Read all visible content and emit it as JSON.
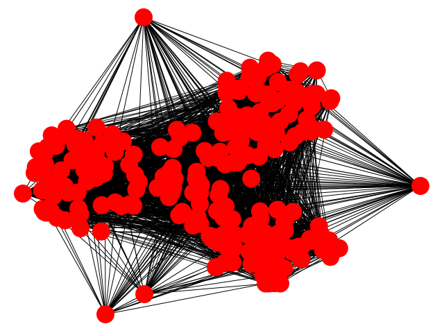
{
  "graph": {
    "type": "network-graph",
    "node_color": "#ff0000",
    "edge_color": "#000000",
    "background": "#ffffff",
    "clusters": 4,
    "outlier_nodes": 5
  }
}
